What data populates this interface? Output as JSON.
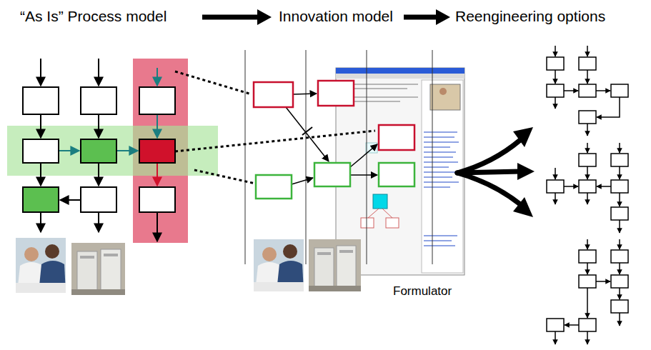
{
  "diagram": {
    "labels": [
      "“As Is” Process model",
      "Innovation model",
      "Reengineering options",
      "Formulator"
    ]
  }
}
